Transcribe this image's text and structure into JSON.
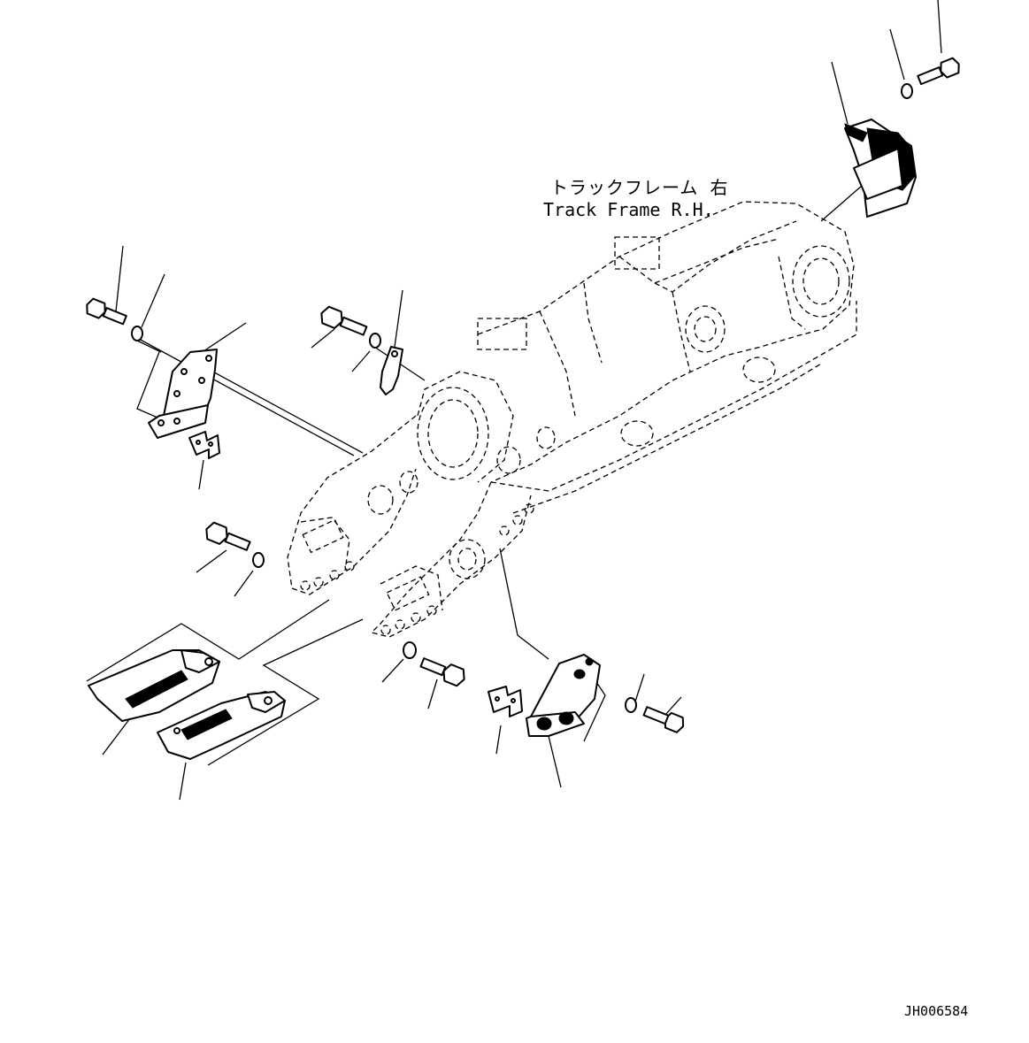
{
  "frame_label": {
    "japanese": "トラックフレーム 右",
    "english": "Track Frame R.H."
  },
  "drawing_code": "JH006584",
  "colors": {
    "ink": "#000000",
    "paper": "#ffffff"
  }
}
